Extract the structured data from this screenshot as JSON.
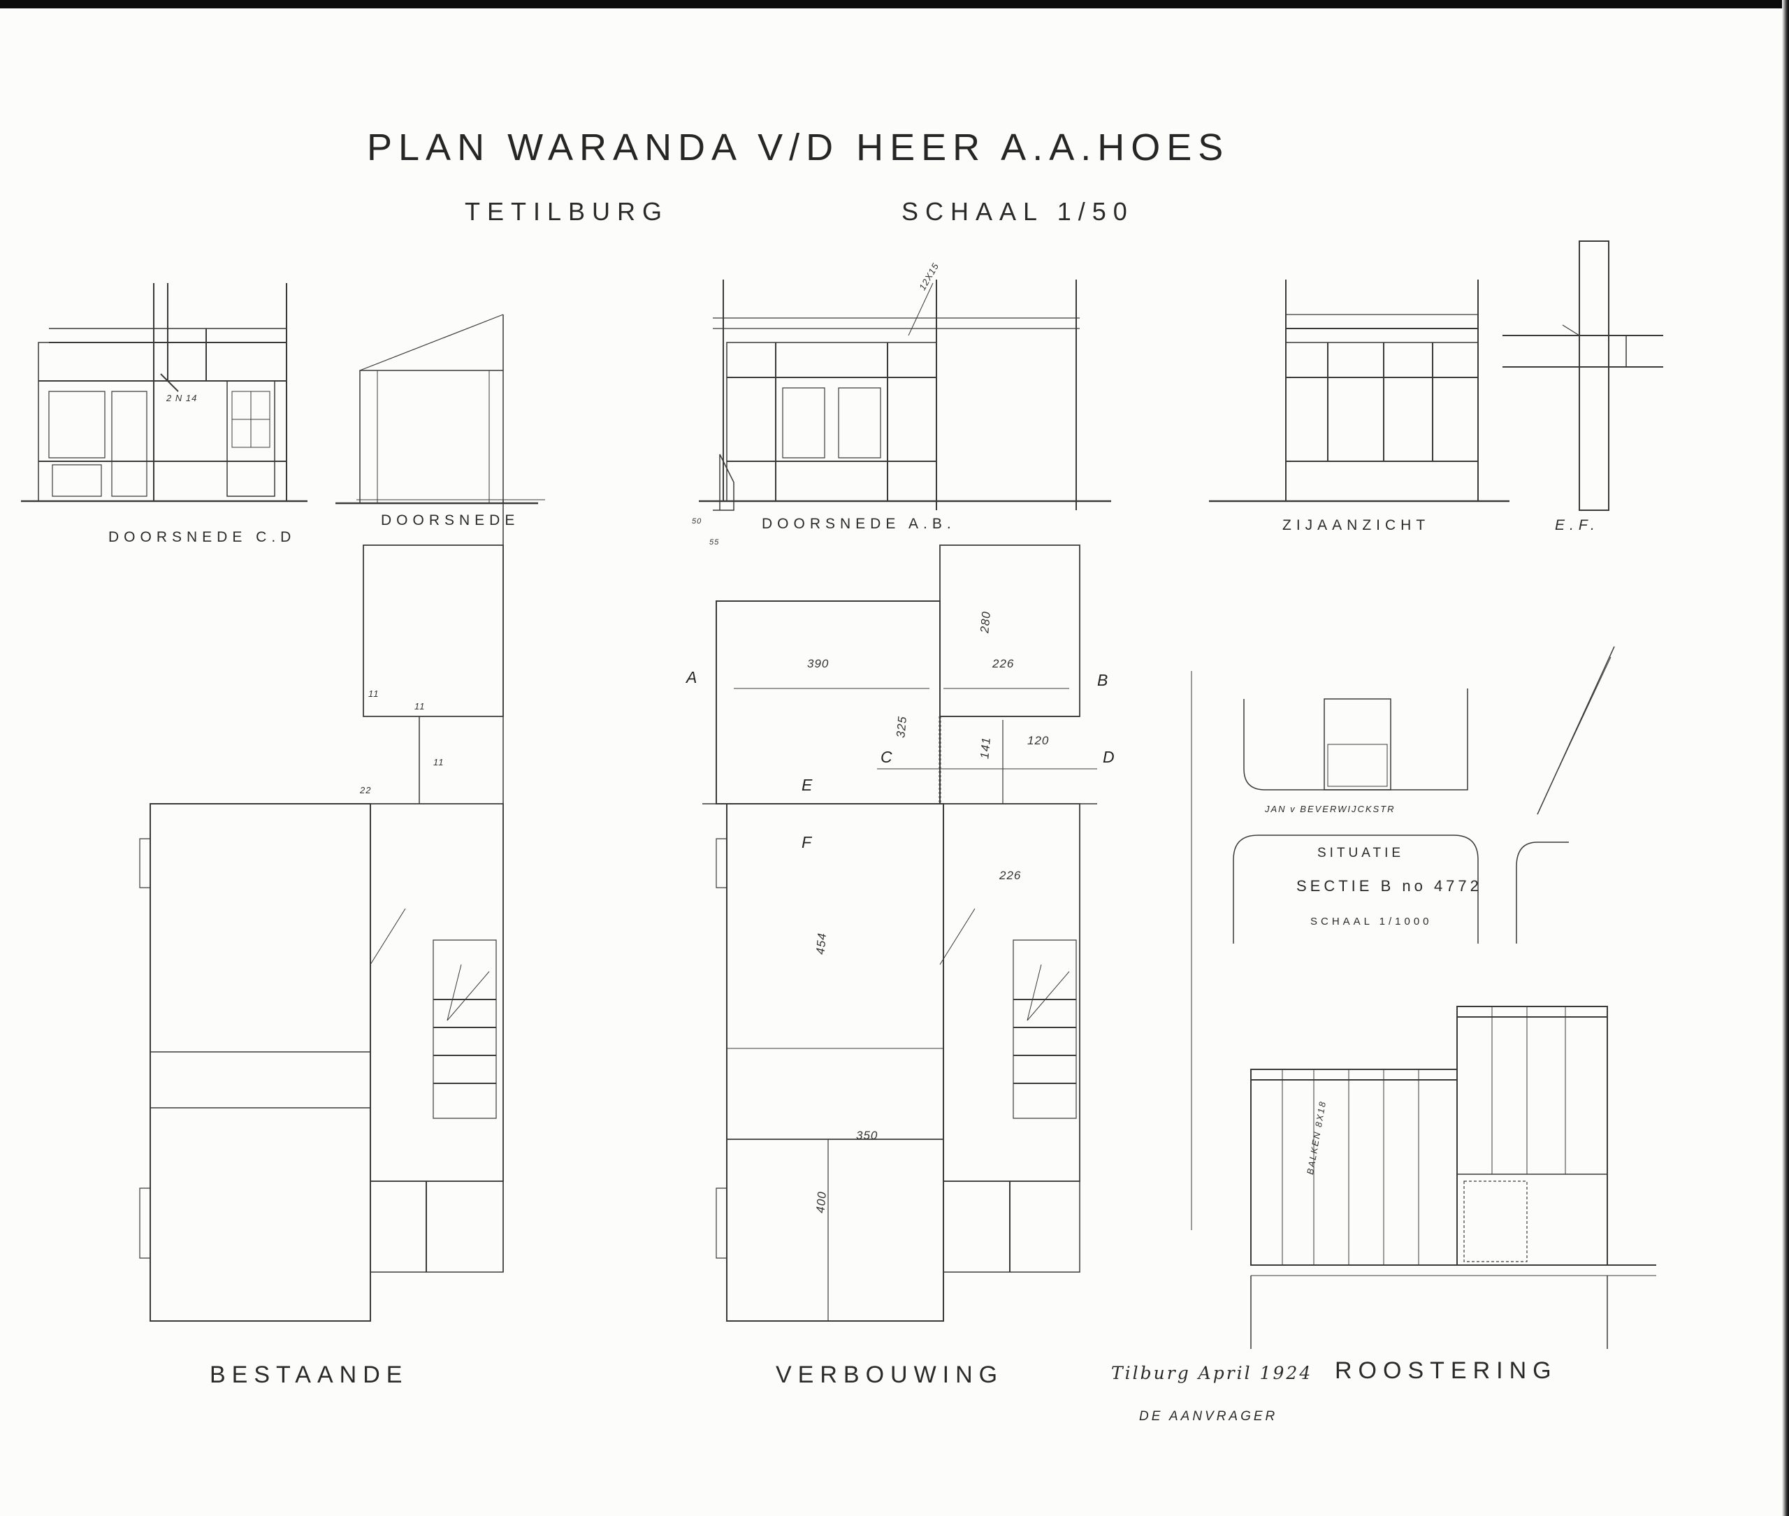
{
  "sheet": {
    "title": "PLAN WARANDA V/D HEER A.A.HOES",
    "place": "TETILBURG",
    "scale": "SCHAAL 1/50"
  },
  "section_labels": {
    "cd": "DOORSNEDE C.D",
    "side": "DOORSNEDE",
    "ab": "DOORSNEDE A.B.",
    "elevation": "ZIJAANZICHT",
    "ef": "E.F."
  },
  "plan_captions": {
    "existing": "BESTAANDE",
    "alteration": "VERBOUWING",
    "joists": "ROOSTERING"
  },
  "situation": {
    "title": "SITUATIE",
    "section": "SECTIE B no 4772",
    "scale": "SCHAAL 1/1000",
    "street": "JAN v BEVERWIJCKSTR"
  },
  "dimensions": {
    "d390": "390",
    "d226a": "226",
    "d280": "280",
    "d325": "325",
    "d141": "141",
    "d120": "120",
    "d226b": "226",
    "d454": "454",
    "d350": "350",
    "d400": "400",
    "d11a": "11",
    "d11b": "11",
    "d11c": "11",
    "d22": "22",
    "d2n14": "2 N 14",
    "d12x15": "12X15",
    "d50": "50",
    "d55": "55"
  },
  "cut_letters": {
    "a": "A",
    "b": "B",
    "c": "C",
    "d": "D",
    "e": "E",
    "f": "F"
  },
  "joist_note": "BALKEN 8X18",
  "signature": {
    "place_date": "Tilburg April 1924",
    "role": "DE AANVRAGER"
  }
}
